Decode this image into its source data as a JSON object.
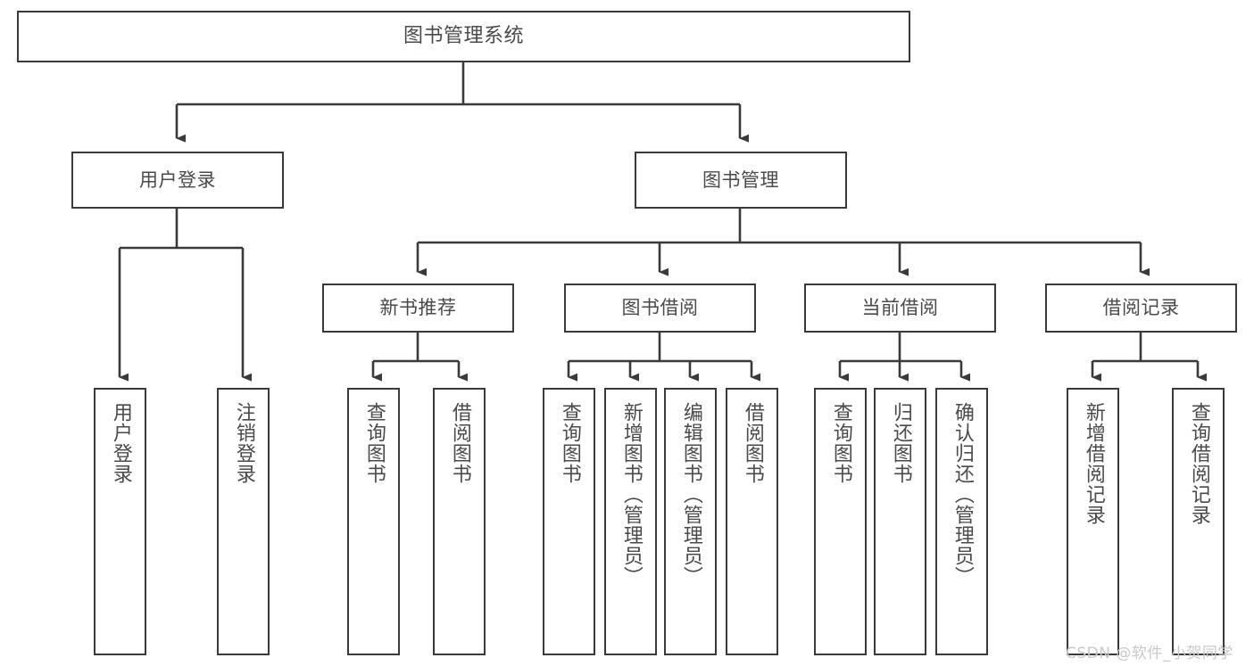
{
  "diagram": {
    "type": "tree-hierarchy",
    "title": "图书管理系统",
    "accent_colors": {
      "box_border": "#3a3a3a",
      "text": "#4a4a4a",
      "line": "#3a3a3a",
      "background": "#ffffff",
      "watermark": "#c9c9c9"
    },
    "root": {
      "label": "图书管理系统"
    },
    "level2": [
      {
        "label": "用户登录"
      },
      {
        "label": "图书管理"
      }
    ],
    "level3": [
      {
        "label": "新书推荐"
      },
      {
        "label": "图书借阅"
      },
      {
        "label": "当前借阅"
      },
      {
        "label": "借阅记录"
      }
    ],
    "leaves": {
      "user_login": [
        {
          "label": "用户登录"
        },
        {
          "label": "注销登录"
        }
      ],
      "new_book_recommend": [
        {
          "label": "查询图书"
        },
        {
          "label": "借阅图书"
        }
      ],
      "book_borrow": [
        {
          "label": "查询图书"
        },
        {
          "label": "新增图书（管理员）"
        },
        {
          "label": "编辑图书（管理员）"
        },
        {
          "label": "借阅图书"
        }
      ],
      "current_borrow": [
        {
          "label": "查询图书"
        },
        {
          "label": "归还图书"
        },
        {
          "label": "确认归还（管理员）"
        }
      ],
      "borrow_records": [
        {
          "label": "新增借阅记录"
        },
        {
          "label": "查询借阅记录"
        }
      ]
    },
    "watermark": "CSDN @软件_小贺同学"
  }
}
